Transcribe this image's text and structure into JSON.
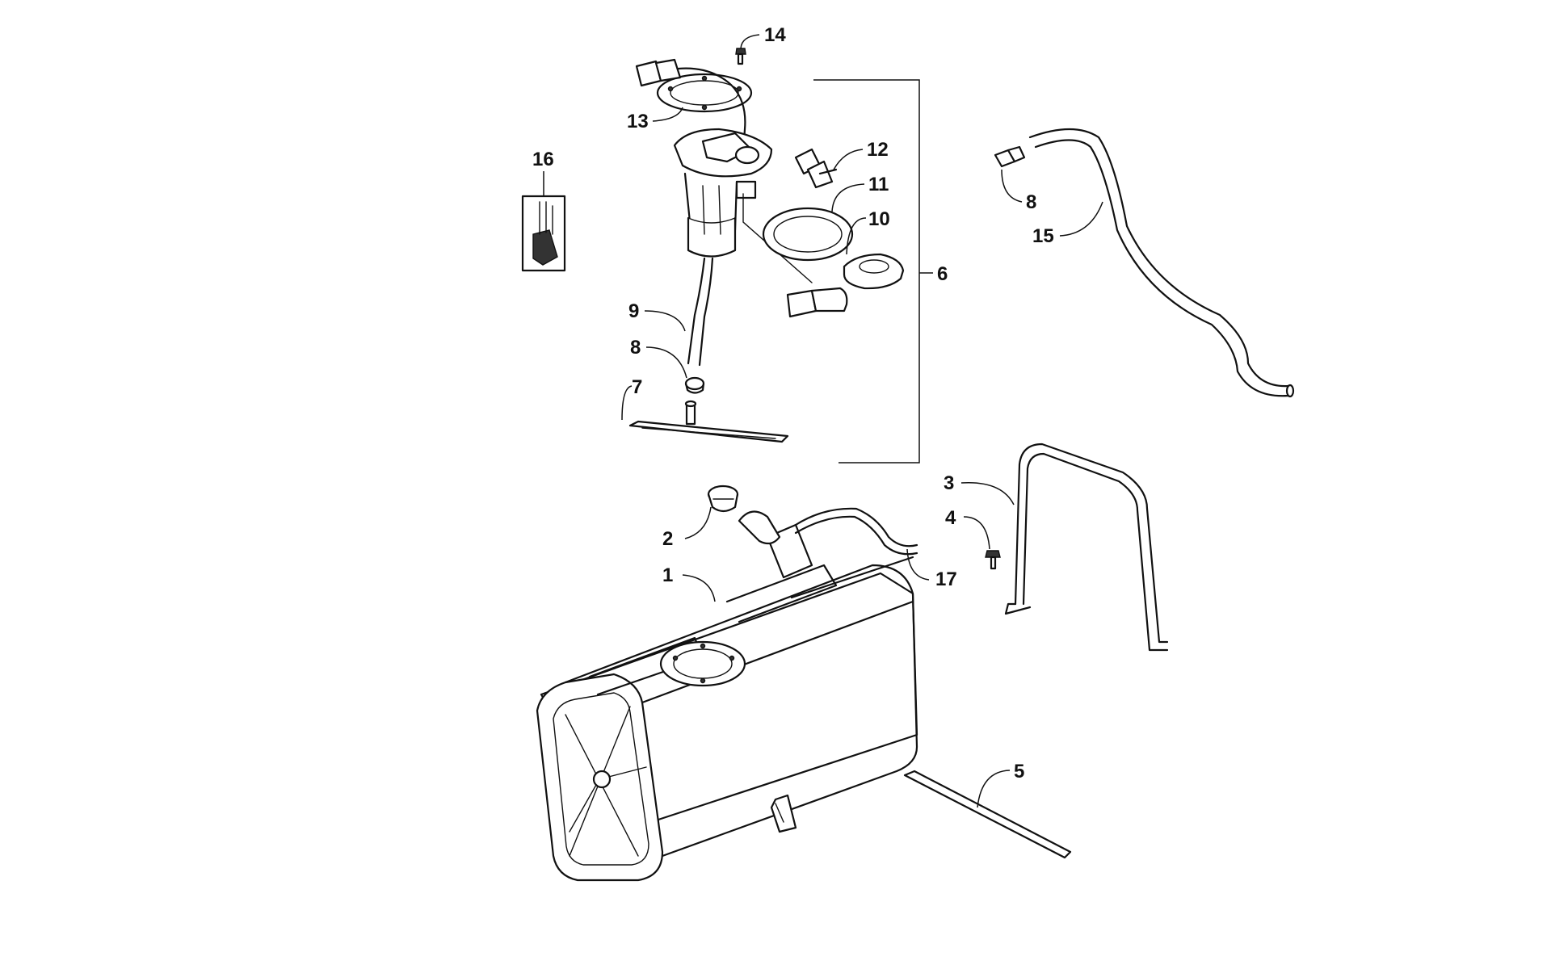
{
  "callouts": {
    "n1": "1",
    "n2": "2",
    "n3": "3",
    "n4": "4",
    "n5": "5",
    "n6": "6",
    "n7": "7",
    "n8a": "8",
    "n8b": "8",
    "n9": "9",
    "n10": "10",
    "n11": "11",
    "n12": "12",
    "n13": "13",
    "n14": "14",
    "n15": "15",
    "n16": "16",
    "n17": "17"
  }
}
